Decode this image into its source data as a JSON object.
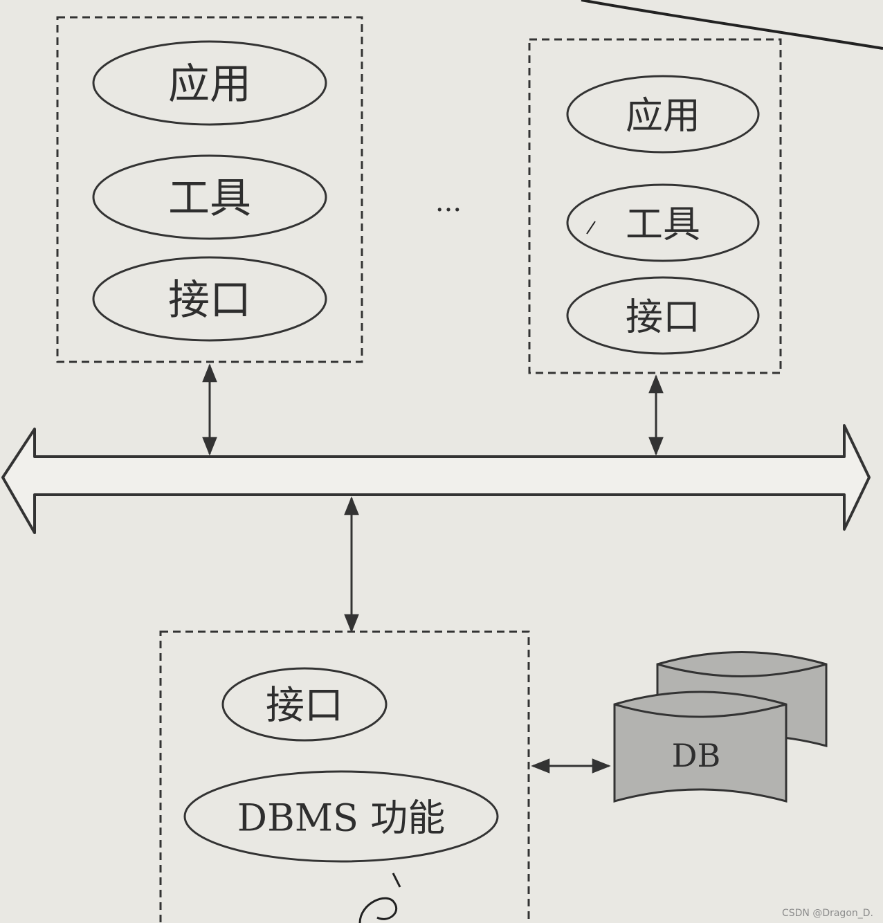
{
  "diagram": {
    "client_left": {
      "items": [
        "应用",
        "工具",
        "接口"
      ]
    },
    "ellipsis": "...",
    "client_right": {
      "items": [
        "应用",
        "工具",
        "接口"
      ]
    },
    "server": {
      "interface_label": "接口",
      "dbms_label": "DBMS 功能"
    },
    "database": {
      "label": "DB"
    }
  },
  "watermark": "CSDN @Dragon_D."
}
